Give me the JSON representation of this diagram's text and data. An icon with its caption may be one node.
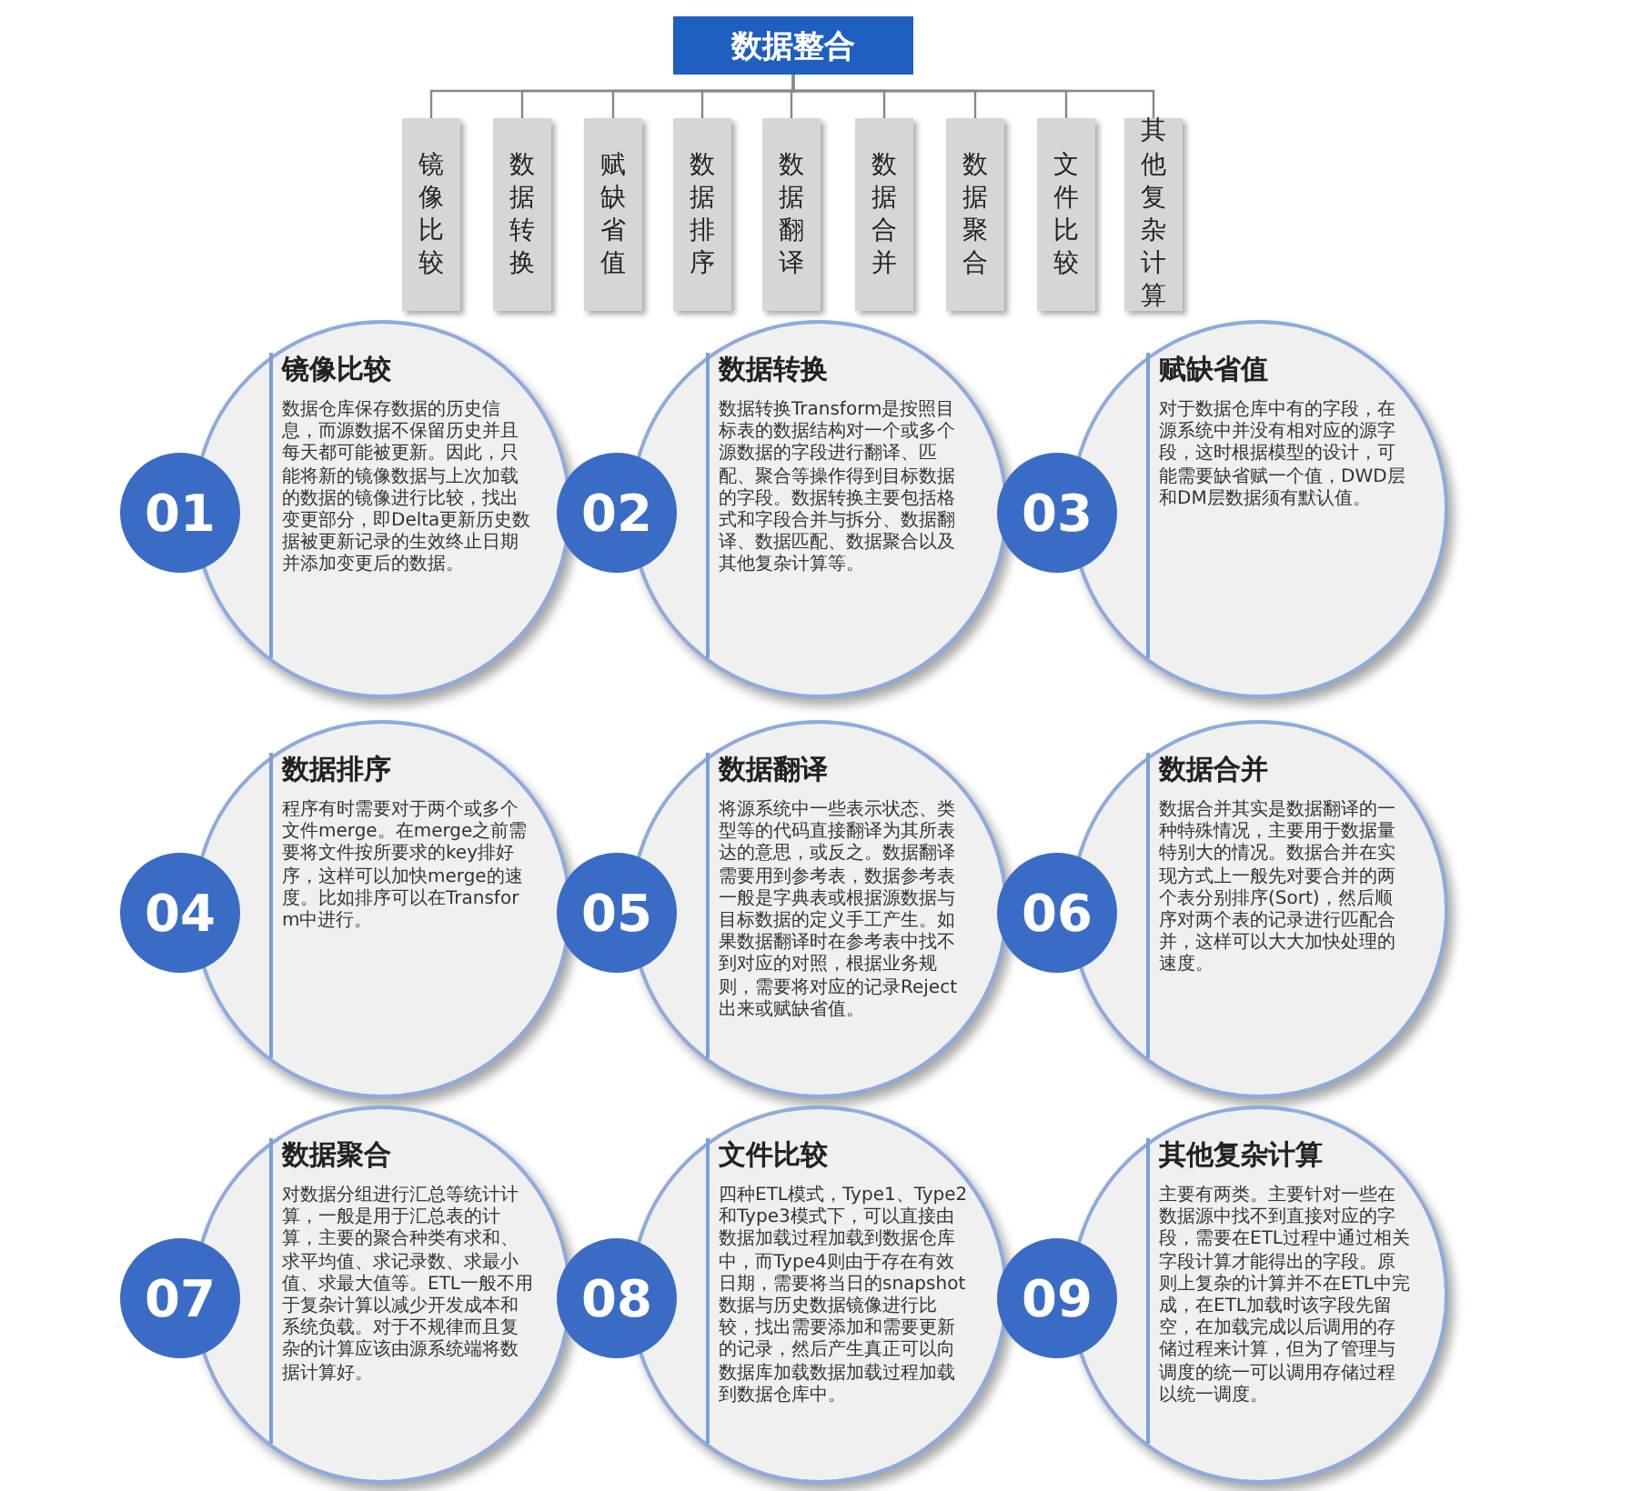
{
  "diagram": {
    "nodes": [
      {
        "text": [
          "数据整合"
        ]
      },
      {
        "text": [
          "镜像比较"
        ]
      },
      {
        "text": [
          "数据转换"
        ]
      },
      {
        "text": [
          "赋缺省值"
        ]
      },
      {
        "text": [
          "数据排序"
        ]
      },
      {
        "text": [
          "数据翻译"
        ]
      },
      {
        "text": [
          "数据合并"
        ]
      },
      {
        "text": [
          "数据聚合"
        ]
      },
      {
        "text": [
          "文件比较"
        ]
      },
      {
        "text": [
          "其他复杂计算"
        ]
      },
      {
        "text": [
          "01"
        ]
      },
      {
        "text": [
          "镜像比较",
          "数据仓库保存数据的历史信息，而源数据不保留历史并且每天都可能被更新。因此，只能将新的镜像数据与上次加载的数据的镜像进行比较，找出变更部分，即Delta更新历史数据被更新记录的生效终止日期并添加变更后的数据。"
        ]
      },
      {
        "text": [
          "02"
        ]
      },
      {
        "text": [
          "数据转换",
          "数据转换Transform是按照目标表的数据结构对一个或多个源数据的字段进行翻译、匹配、聚合等操作得到目标数据的字段。数据转换主要包括格式和字段合并与拆分、数据翻译、数据匹配、数据聚合以及其他复杂计算等。"
        ]
      },
      {
        "text": [
          "03"
        ]
      },
      {
        "text": [
          "赋缺省值",
          "对于数据仓库中有的字段，在源系统中并没有相对应的源字段，这时根据模型的设计，可能需要缺省赋一个值，DWD层和DM层数据须有默认值。"
        ]
      },
      {
        "text": [
          "04"
        ]
      },
      {
        "text": [
          "数据排序",
          "程序有时需要对于两个或多个文件merge。在merge之前需要将文件按所要求的key排好序，这样可以加快merge的速度。比如排序可以在Transform中进行。"
        ]
      },
      {
        "text": [
          "05"
        ]
      },
      {
        "text": [
          "数据翻译",
          "将源系统中一些表示状态、类型等的代码直接翻译为其所表达的意思，或反之。数据翻译需要用到参考表，数据参考表一般是字典表或根据源数据与目标数据的定义手工产生。如果数据翻译时在参考表中找不到对应的对照，根据业务规则，需要将对应的记录Reject出来或赋缺省值。"
        ]
      },
      {
        "text": [
          "06"
        ]
      },
      {
        "text": [
          "数据合并",
          "数据合并其实是数据翻译的一种特殊情况，主要用于数据量特别大的情况。数据合并在实现方式上一般先对要合并的两个表分别排序(Sort)，然后顺序对两个表的记录进行匹配合并，这样可以大大加快处理的速度。"
        ]
      },
      {
        "text": [
          "07"
        ]
      },
      {
        "text": [
          "数据聚合",
          "对数据分组进行汇总等统计计算，一般是用于汇总表的计算，主要的聚合种类有求和、求平均值、求记录数、求最小值、求最大值等。ETL一般不用于复杂计算以减少开发成本和系统负载。对于不规律而且复杂的计算应该由源系统端将数据计算好。"
        ]
      },
      {
        "text": [
          "08"
        ]
      },
      {
        "text": [
          "文件比较",
          "四种ETL模式，Type1、Type2和Type3模式下，可以直接由数据加载过程加载到数据仓库中，而Type4则由于存在有效日期，需要将当日的snapshot数据与历史数据镜像进行比较，找出需要添加和需要更新的记录，然后产生真正可以向数据库加载数据加载过程加载到数据仓库中。"
        ]
      },
      {
        "text": [
          "09"
        ]
      },
      {
        "text": [
          "其他复杂计算",
          "主要有两类。主要针对一些在数据源中找不到直接对应的字段，需要在ETL过程中通过相关字段计算才能得出的字段。原则上复杂的计算并不在ETL中完成，在ETL加载时该字段先留空，在加载完成以后调用的存储过程来计算，但为了管理与调度的统一可以调用存储过程以统一调度。"
        ]
      }
    ],
    "edges": [
      {
        "from": 0,
        "to": 1,
        "arrow": "none"
      },
      {
        "from": 0,
        "to": 2,
        "arrow": "none"
      },
      {
        "from": 0,
        "to": 3,
        "arrow": "none"
      },
      {
        "from": 0,
        "to": 4,
        "arrow": "none"
      },
      {
        "from": 0,
        "to": 5,
        "arrow": "none"
      },
      {
        "from": 0,
        "to": 6,
        "arrow": "none"
      },
      {
        "from": 0,
        "to": 7,
        "arrow": "none"
      },
      {
        "from": 0,
        "to": 8,
        "arrow": "none"
      },
      {
        "from": 0,
        "to": 9,
        "arrow": "none"
      }
    ]
  }
}
